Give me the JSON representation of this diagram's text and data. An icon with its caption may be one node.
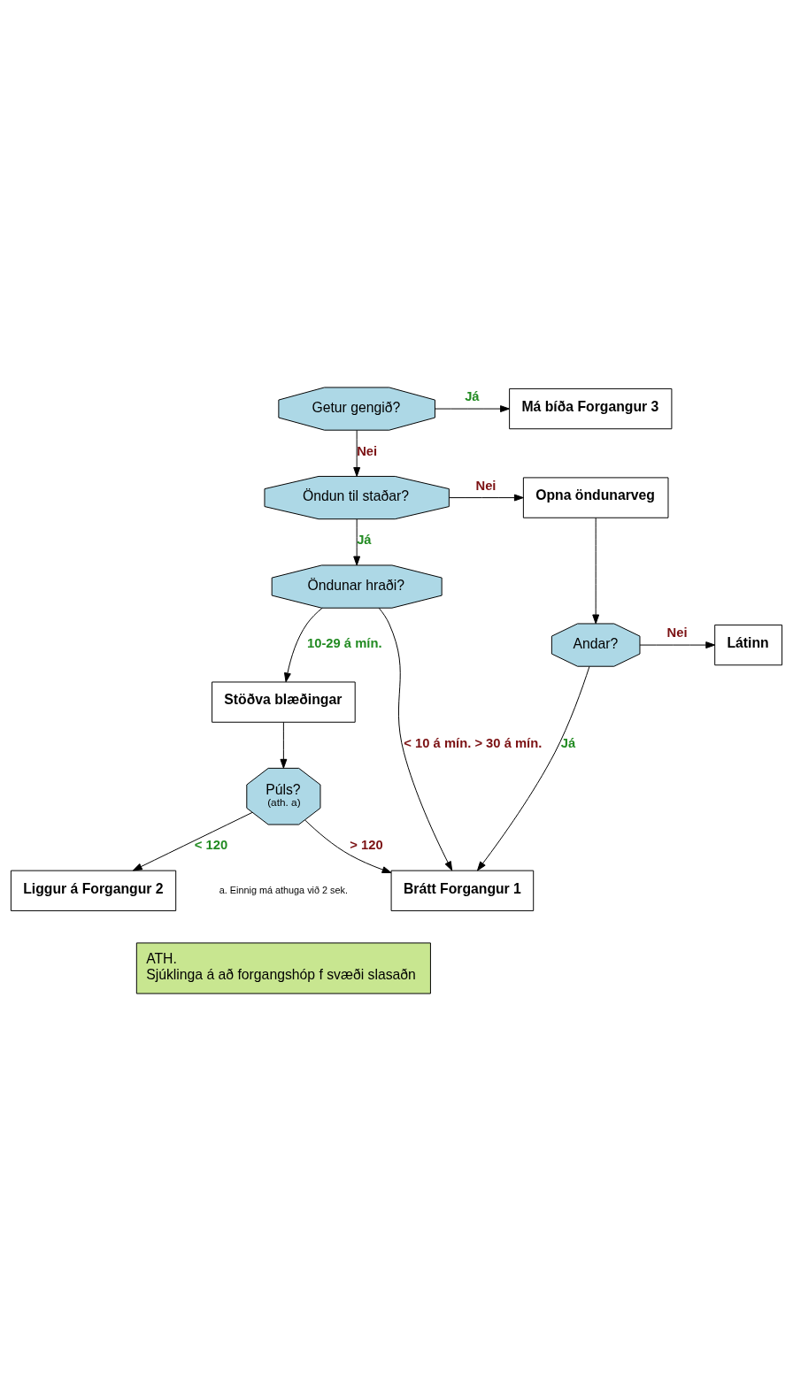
{
  "diagram": {
    "nodes": [
      {
        "text": [
          "Getur gengið?"
        ]
      },
      {
        "text": [
          "Má bíða Forgangur 3"
        ]
      },
      {
        "text": [
          "Öndun til staðar?"
        ]
      },
      {
        "text": [
          "Opna öndunarveg"
        ]
      },
      {
        "text": [
          "Andar?"
        ]
      },
      {
        "text": [
          "Látinn"
        ]
      },
      {
        "text": [
          "Öndunar hraði?"
        ]
      },
      {
        "text": [
          "Brátt Forgangur 1"
        ]
      },
      {
        "text": [
          "Stöðva blæðingar"
        ]
      },
      {
        "text": [
          "Púls?",
          "(ath. a)"
        ]
      },
      {
        "text": [
          "Liggur á Forgangur 2"
        ]
      },
      {
        "text": [
          "ATH.",
          "Sjúklinga á að forgangshóp f svæði slasaðn"
        ]
      }
    ],
    "edges": [
      {
        "from": 0,
        "to": 1,
        "arrow": "to",
        "label": "Já"
      },
      {
        "from": 0,
        "to": 2,
        "arrow": "to",
        "label": "Nei"
      },
      {
        "from": 2,
        "to": 3,
        "arrow": "to",
        "label": "Nei"
      },
      {
        "from": 2,
        "to": 6,
        "arrow": "to",
        "label": "Já"
      },
      {
        "from": 3,
        "to": 4,
        "arrow": "to"
      },
      {
        "from": 4,
        "to": 5,
        "arrow": "to",
        "label": "Nei"
      },
      {
        "from": 4,
        "to": 7,
        "arrow": "to",
        "label": "Já"
      },
      {
        "from": 6,
        "to": 7,
        "arrow": "to",
        "label": "< 10 á mín. > 30 á mín."
      },
      {
        "from": 6,
        "to": 8,
        "arrow": "to",
        "label": "10-29 á mín."
      },
      {
        "from": 8,
        "to": 9,
        "arrow": "to"
      },
      {
        "from": 9,
        "to": 7,
        "arrow": "to",
        "label": "> 120"
      },
      {
        "from": 9,
        "to": 10,
        "arrow": "to",
        "label": "< 120"
      }
    ],
    "labels": [
      "a. Einnig má athuga við 2 sek."
    ]
  }
}
